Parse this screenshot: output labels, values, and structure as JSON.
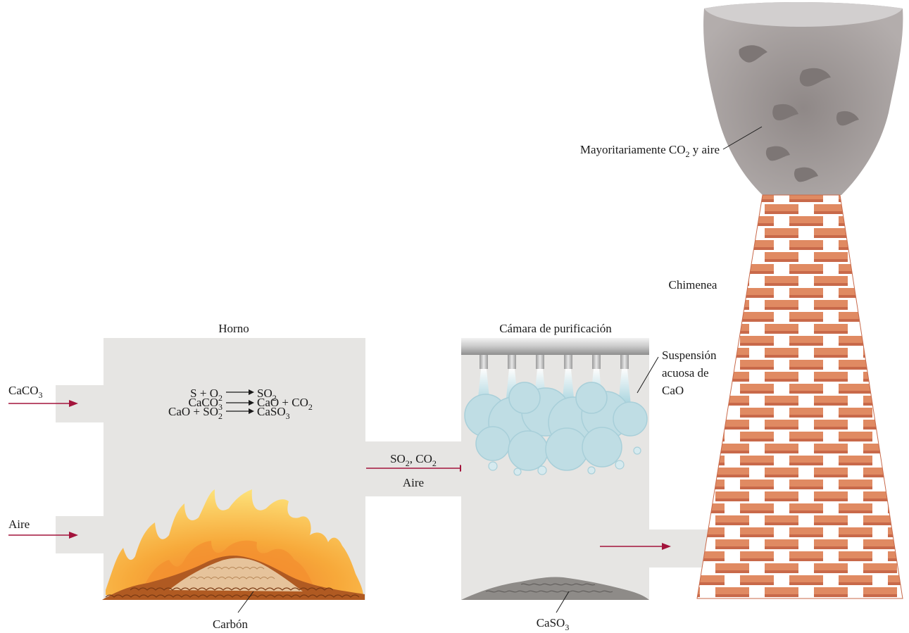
{
  "furnace": {
    "title": "Horno",
    "reactions": [
      {
        "lhs": "S + O",
        "lhs_sub": "2",
        "rhs": "SO",
        "rhs_sub": "2",
        "rhs_tail": "",
        "rhs_tail_sub": ""
      },
      {
        "lhs": "CaCO",
        "lhs_sub": "3",
        "rhs": "CaO + CO",
        "rhs_sub": "2",
        "rhs_tail": "",
        "rhs_tail_sub": ""
      },
      {
        "lhs": "CaO + SO",
        "lhs_sub": "2",
        "rhs": "CaSO",
        "rhs_sub": "3",
        "rhs_tail": "",
        "rhs_tail_sub": ""
      }
    ],
    "fuel_label": "Carbón"
  },
  "inputs": {
    "caco3": {
      "text": "CaCO",
      "sub": "3"
    },
    "air": "Aire"
  },
  "transfer": {
    "gases": {
      "a": "SO",
      "a_sub": "2",
      "sep": ", CO",
      "b_sub": "2"
    },
    "air": "Aire"
  },
  "scrubber": {
    "title": "Cámara de purificación",
    "slurry_label_lines": [
      "Suspensión",
      "acuosa de",
      "CaO"
    ],
    "product": {
      "text": "CaSO",
      "sub": "3"
    }
  },
  "stack": {
    "title": "Chimenea",
    "exhaust": {
      "pre": "Mayoritariamente CO",
      "sub": "2",
      "post": " y aire"
    }
  },
  "colors": {
    "chamber_gray": "#e6e5e3",
    "arrow": "#a3143c",
    "brick": "#e08a62",
    "mortar": "#ffffff",
    "smoke": "#9f9998",
    "slurry": "#bfdde4"
  }
}
